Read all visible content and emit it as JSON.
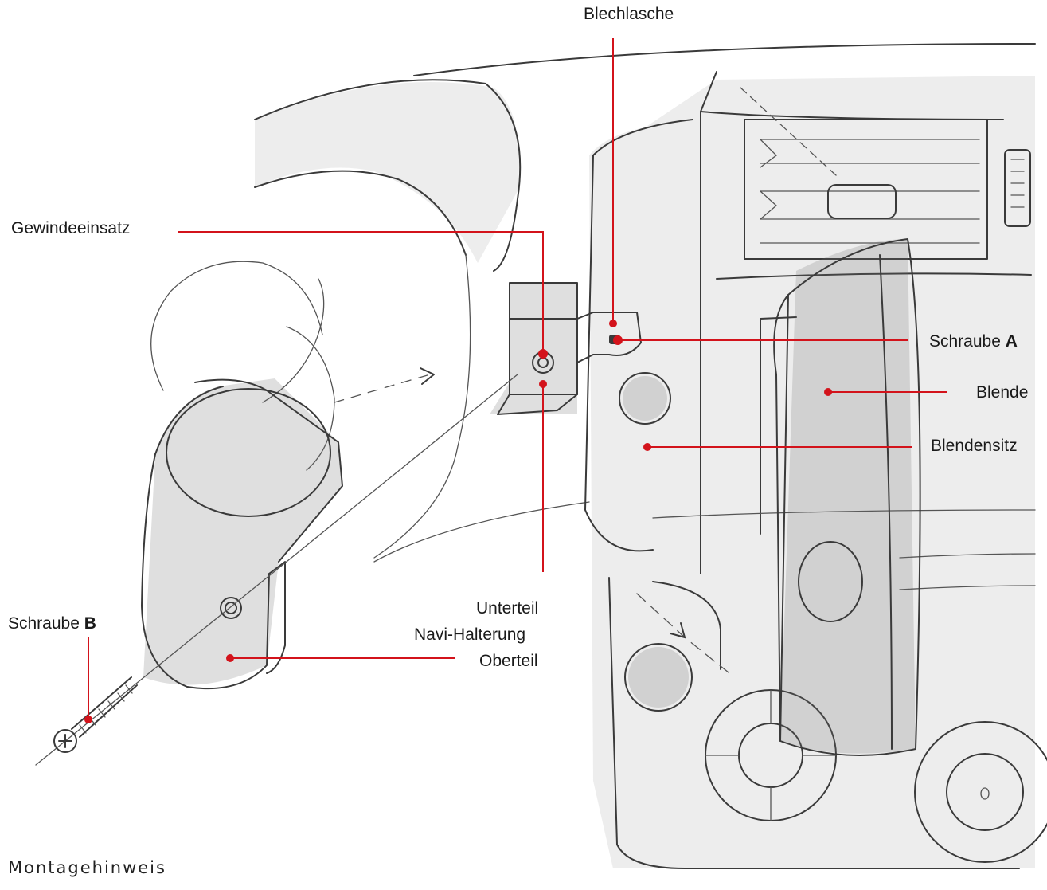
{
  "labels": {
    "blechlasche": "Blechlasche",
    "gewindeeinsatz": "Gewindeeinsatz",
    "schraube_a_prefix": "Schraube ",
    "schraube_a_letter": "A",
    "blende": "Blende",
    "blendensitz": "Blendensitz",
    "unterteil": "Unterteil",
    "navi_halterung": "Navi-Halterung",
    "oberteil": "Oberteil",
    "schraube_b_prefix": "Schraube ",
    "schraube_b_letter": "B"
  },
  "caption": "Montagehinweis",
  "colors": {
    "leader": "#d3131b",
    "sketch": "#3a3a3a",
    "text": "#1a1a1a"
  }
}
